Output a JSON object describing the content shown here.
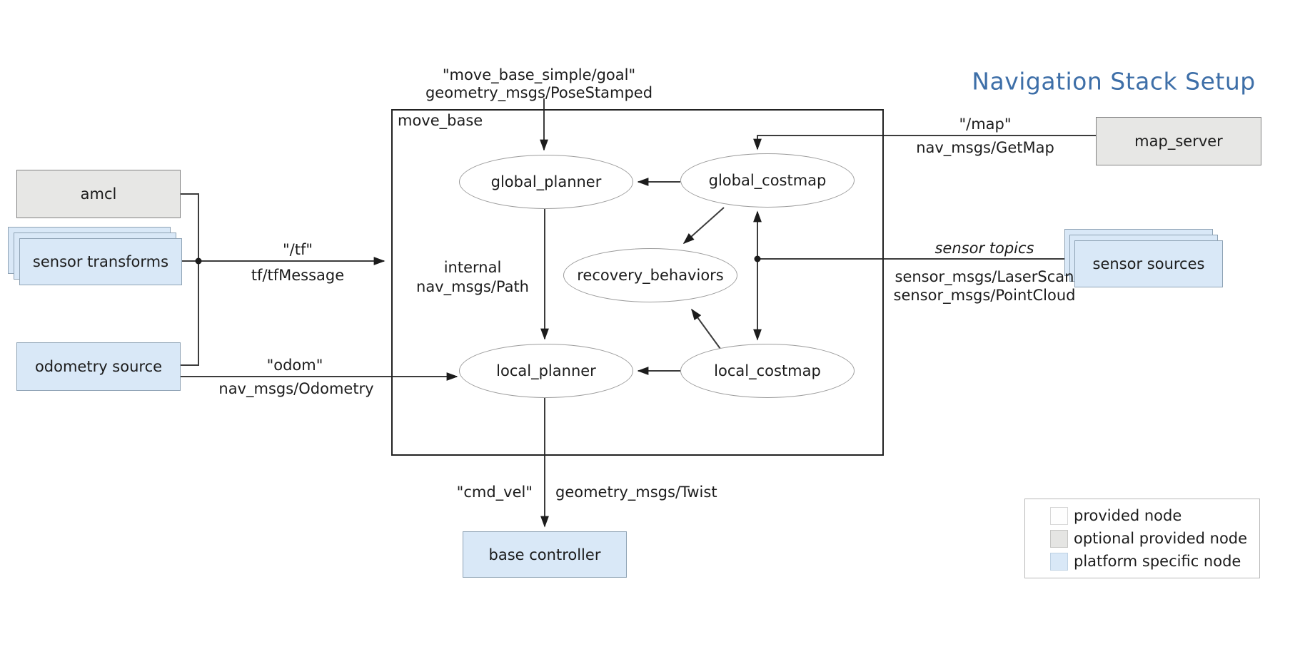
{
  "title": {
    "text": "Navigation Stack Setup",
    "color": "#3e6fa8"
  },
  "nodes": {
    "move_base": "move_base",
    "global_planner": "global_planner",
    "global_costmap": "global_costmap",
    "recovery_behaviors": "recovery_behaviors",
    "local_planner": "local_planner",
    "local_costmap": "local_costmap",
    "amcl": "amcl",
    "sensor_transforms": "sensor transforms",
    "odometry_source": "odometry source",
    "map_server": "map_server",
    "sensor_sources": "sensor sources",
    "base_controller": "base controller"
  },
  "edge_labels": {
    "goal_topic": "\"move_base_simple/goal\"",
    "goal_type": "geometry_msgs/PoseStamped",
    "tf_topic": "\"/tf\"",
    "tf_type": "tf/tfMessage",
    "odom_topic": "\"odom\"",
    "odom_type": "nav_msgs/Odometry",
    "map_topic": "\"/map\"",
    "map_type": "nav_msgs/GetMap",
    "internal_label": "internal",
    "internal_type": "nav_msgs/Path",
    "sensor_topics": "sensor topics",
    "sensor_type_laser": "sensor_msgs/LaserScan",
    "sensor_type_pointcloud": "sensor_msgs/PointCloud",
    "cmdvel_topic": "\"cmd_vel\"",
    "cmdvel_type": "geometry_msgs/Twist"
  },
  "legend": {
    "items": [
      {
        "label": "provided node",
        "color": "#ffffff"
      },
      {
        "label": "optional provided node",
        "color": "#e5e5e3"
      },
      {
        "label": "platform specific node",
        "color": "#d9e8f7"
      }
    ]
  },
  "colors": {
    "title_blue": "#3e6fa8",
    "node_gray_fill": "#e7e7e5",
    "node_blue_fill": "#d9e8f7",
    "ellipse_fill": "#ffffff",
    "wire": "#3c3c3c",
    "container_border": "#222222"
  }
}
